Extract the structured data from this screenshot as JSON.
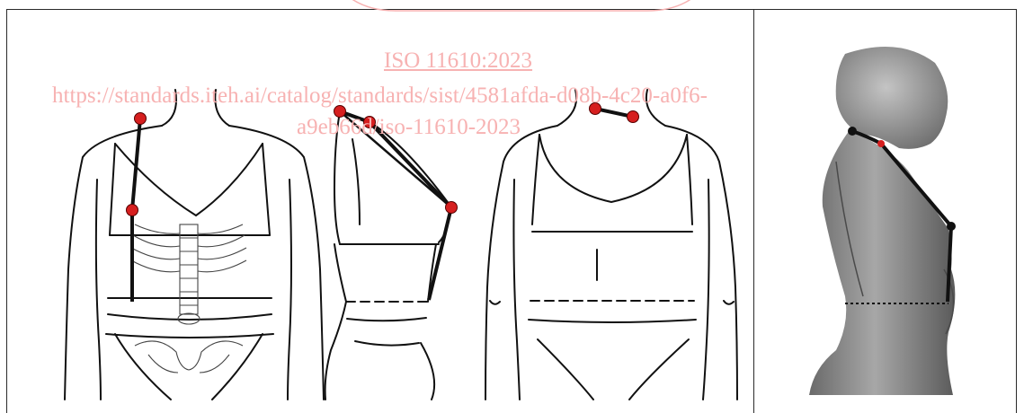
{
  "watermark": {
    "standard": "ISO 11610:2023",
    "url_line1": "https://standards.iteh.ai/catalog/standards/sist/4581afda-d08b-4c20-a0f6-",
    "url_line2": "a9​​​​eb66d/iso-11610-2023",
    "color": "#f7b2b2"
  },
  "figure": {
    "panels": [
      "front-view",
      "side-view",
      "back-view",
      "3d-scan-side-view"
    ],
    "landmark_color": "#d61f1f",
    "measure_line_color": "#111111"
  }
}
